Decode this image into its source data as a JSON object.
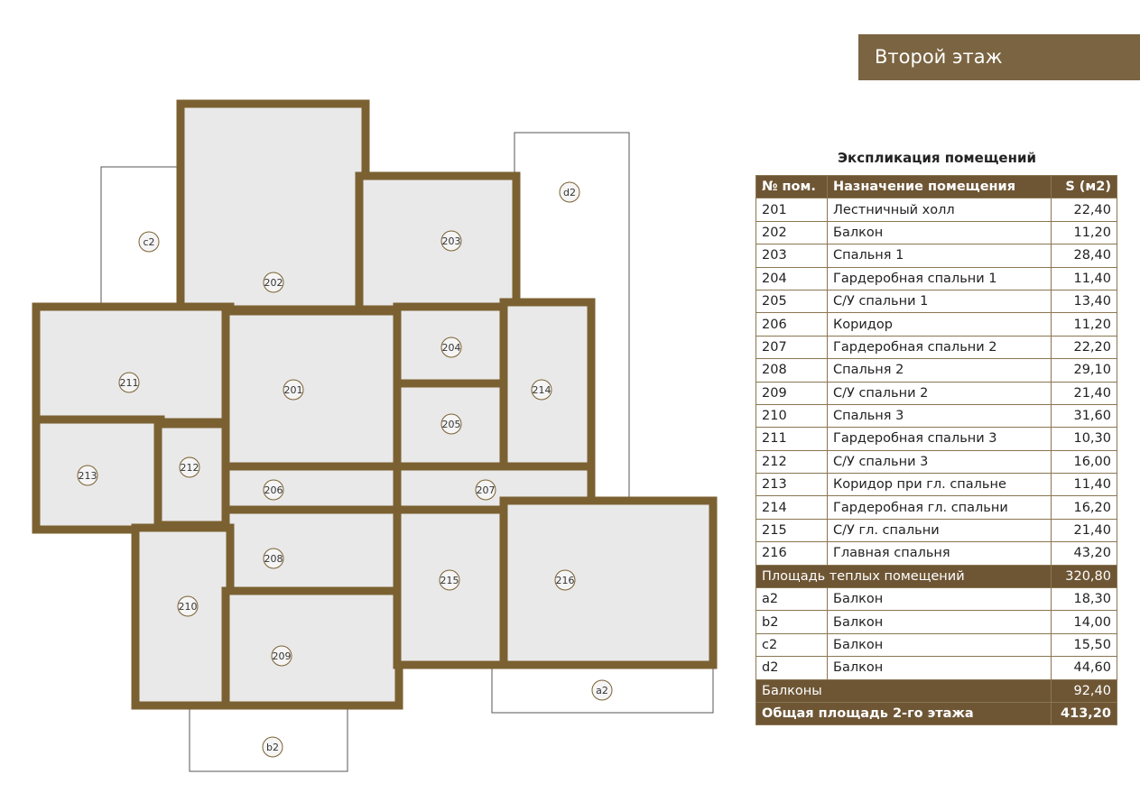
{
  "header": {
    "title": "Второй этаж"
  },
  "explication": {
    "title": "Экспликация помещений",
    "columns": [
      "№ пом.",
      "Назначение помещения",
      "S (м2)"
    ],
    "rows": [
      [
        "201",
        "Лестничный холл",
        "22,40"
      ],
      [
        "202",
        "Балкон",
        "11,20"
      ],
      [
        "203",
        "Спальня 1",
        "28,40"
      ],
      [
        "204",
        "Гардеробная спальни 1",
        "11,40"
      ],
      [
        "205",
        "С/У спальни 1",
        "13,40"
      ],
      [
        "206",
        "Коридор",
        "11,20"
      ],
      [
        "207",
        "Гардеробная спальни 2",
        "22,20"
      ],
      [
        "208",
        "Спальня 2",
        "29,10"
      ],
      [
        "209",
        "С/У спальни 2",
        "21,40"
      ],
      [
        "210",
        "Спальня 3",
        "31,60"
      ],
      [
        "211",
        "Гардеробная спальни 3",
        "10,30"
      ],
      [
        "212",
        "С/У спальни 3",
        "16,00"
      ],
      [
        "213",
        "Коридор при гл. спальне",
        "11,40"
      ],
      [
        "214",
        "Гардеробная гл. спальни",
        "16,20"
      ],
      [
        "215",
        "С/У гл. спальни",
        "21,40"
      ],
      [
        "216",
        "Главная спальня",
        "43,20"
      ]
    ],
    "warm_total": {
      "label": "Площадь теплых помещений",
      "value": "320,80"
    },
    "balcony_rows": [
      [
        "a2",
        "Балкон",
        "18,30"
      ],
      [
        "b2",
        "Балкон",
        "14,00"
      ],
      [
        "c2",
        "Балкон",
        "15,50"
      ],
      [
        "d2",
        "Балкон",
        "44,60"
      ]
    ],
    "balcony_total": {
      "label": "Балконы",
      "value": "92,40"
    },
    "grand_total": {
      "label": "Общая площадь 2-го этажа",
      "value": "413,20"
    }
  },
  "plan": {
    "labels": [
      "201",
      "202",
      "203",
      "204",
      "205",
      "206",
      "207",
      "208",
      "209",
      "210",
      "211",
      "212",
      "213",
      "214",
      "215",
      "216",
      "a2",
      "b2",
      "c2",
      "d2"
    ]
  },
  "colors": {
    "wall": "#7b6132",
    "floor": "#e9e9e9",
    "accent": "#6e5635"
  }
}
